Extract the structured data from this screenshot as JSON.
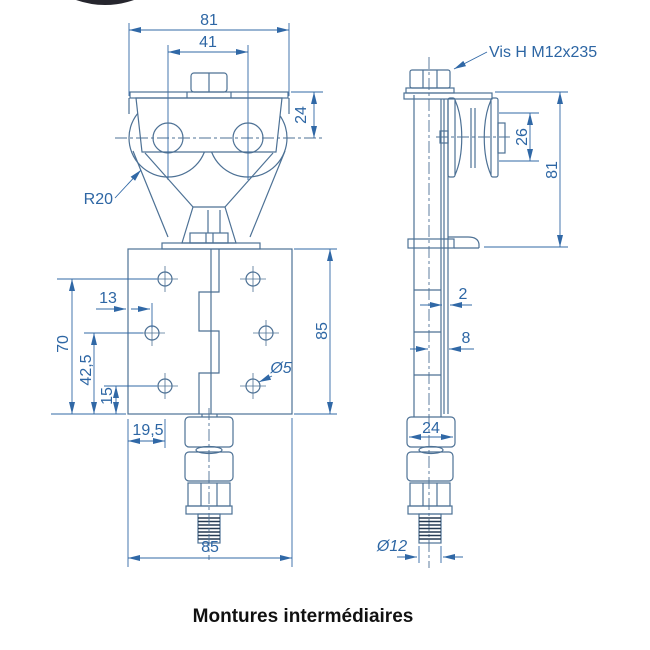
{
  "title": "Montures intermédiaires",
  "colors": {
    "geometry_line": "#4d7195",
    "dimension_line": "#3068a6",
    "dimension_text": "#2d66a4",
    "title_text": "#111111"
  },
  "front_view": {
    "dims": {
      "overall_width": "81",
      "roller_spacing": "41",
      "roller_center_offset": "24",
      "roller_radius": "R20",
      "hole_offset_13": "13",
      "height_70": "70",
      "height_42_5": "42,5",
      "height_15": "15",
      "offset_19_5": "19,5",
      "plate_height": "85",
      "plate_width": "85",
      "hole_diameter": "Ø5"
    }
  },
  "side_view": {
    "screw_label": "Vis H M12x235",
    "dims": {
      "groove_width": "26",
      "bracket_height": "81",
      "plate_thickness": "2",
      "knuckle_width": "8",
      "bushing_width": "24",
      "stud_diameter": "Ø12"
    }
  }
}
